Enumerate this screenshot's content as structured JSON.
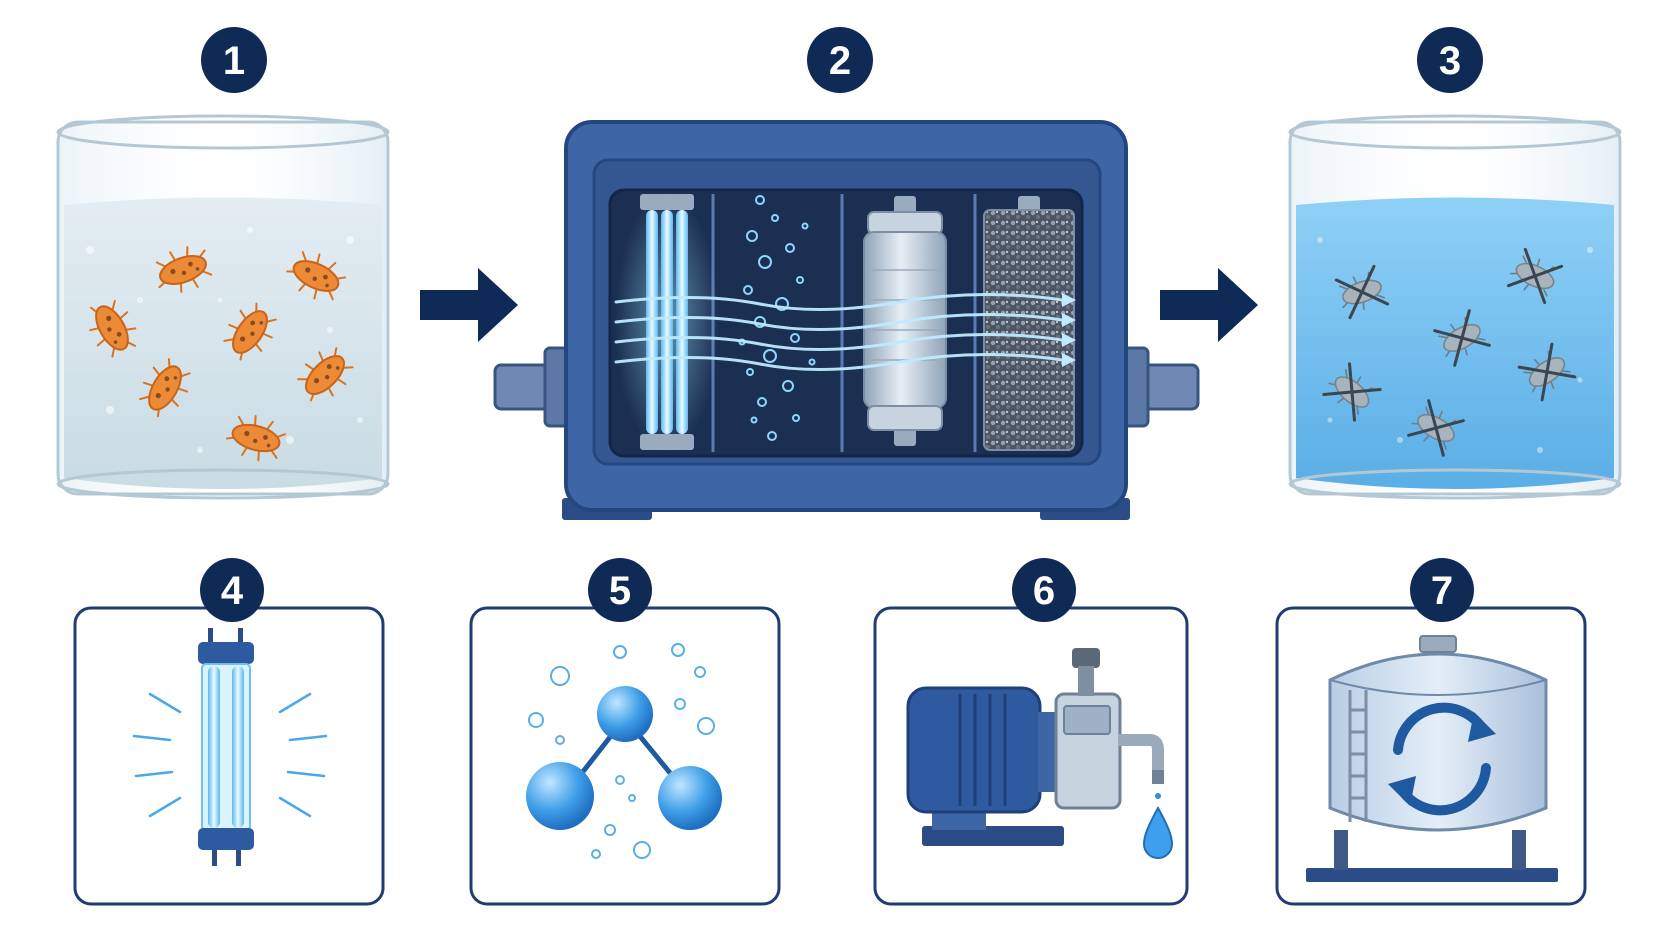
{
  "steps": [
    {
      "number": "1"
    },
    {
      "number": "2"
    },
    {
      "number": "3"
    },
    {
      "number": "4"
    },
    {
      "number": "5"
    },
    {
      "number": "6"
    },
    {
      "number": "7"
    }
  ],
  "colors": {
    "navy": "#102a56",
    "machine_blue": "#3e66a6",
    "machine_dark": "#2b4c86",
    "chamber_dark": "#1b2f52",
    "uv_glow": "#7fd6ff",
    "clean_water": "#7cc4f0",
    "raw_water": "#d3e2ea",
    "bacteria": "#e0822f",
    "card_border": "#1f3d73"
  },
  "icons": [
    "contaminated-water-tank-icon",
    "flow-arrow-icon",
    "treatment-unit-icon",
    "clean-water-tank-icon",
    "uv-lamp-icon",
    "ozone-molecule-icon",
    "dosing-pump-icon",
    "storage-tank-recirculation-icon"
  ]
}
